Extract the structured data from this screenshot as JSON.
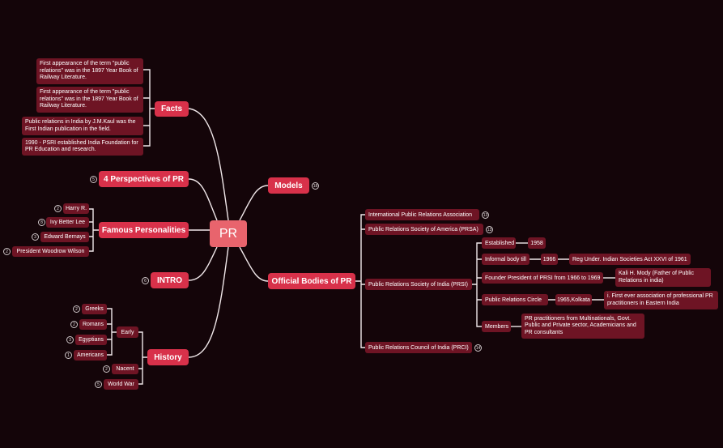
{
  "root": {
    "label": "PR"
  },
  "topics": {
    "facts": {
      "label": "Facts",
      "items": [
        "First appearance of the term \"public relations\" was in the 1897 Year Book of Railway Literature.",
        "First appearance of the term \"public relations\" was in the 1897 Year Book of Railway Literature.",
        "Public relations in India by J.M.Kaul was the First Indian publication in the field.",
        "1990 - PSRI established India Foundation for PR Education and research."
      ]
    },
    "perspectives": {
      "label": "4 Perspectives  of PR",
      "badge": "5"
    },
    "famous": {
      "label": "Famous Personalities",
      "items": [
        {
          "label": "Harry R.",
          "badge": "2"
        },
        {
          "label": "Ivy Better Lee",
          "badge": "8"
        },
        {
          "label": "Edward Bernays",
          "badge": "3"
        },
        {
          "label": "President Woodrow Wilson",
          "badge": "2"
        }
      ]
    },
    "intro": {
      "label": "INTRO",
      "badge": "6"
    },
    "history": {
      "label": "History",
      "early": {
        "label": "Early",
        "items": [
          {
            "label": "Greeks",
            "badge": "2"
          },
          {
            "label": "Romans",
            "badge": "2"
          },
          {
            "label": "Egyptians",
            "badge": "3"
          },
          {
            "label": "Americans",
            "badge": "1"
          }
        ]
      },
      "nacent": {
        "label": "Nacent",
        "badge": "2"
      },
      "world_war": {
        "label": "World War",
        "badge": "5"
      }
    },
    "models": {
      "label": "Models",
      "badge": "18"
    },
    "bodies": {
      "label": "Official Bodies of PR",
      "ipra": {
        "label": "International Public Relations Association",
        "badge": "13"
      },
      "prsa": {
        "label": "Public Relations Society of America (PRSA)",
        "badge": "13"
      },
      "prsi": {
        "label": "Public Relations Society of India (PRSI)",
        "established": {
          "label": "Established",
          "value": "1958"
        },
        "informal": {
          "label": "Informal body till",
          "year": "1966",
          "reg": "Reg Under. Indian Societies Act XXVI of 1961"
        },
        "founder": {
          "label": "Founder President of PRSI from 1966 to 1969",
          "value": "Kali H. Mody (Father of Public Relations in india)"
        },
        "circle": {
          "label": "Public Relations Circle",
          "value": "1965,Kolkata",
          "note": "i. First ever association of professional PR practitioners in Eastern India"
        },
        "members": {
          "label": "Members",
          "value": "PR practitioners from Multinationals, Govt. Public and Private sector, Academicians and PR consultants"
        }
      },
      "prci": {
        "label": "Public Relations Council of India (PRCI)",
        "badge": "14"
      }
    }
  }
}
